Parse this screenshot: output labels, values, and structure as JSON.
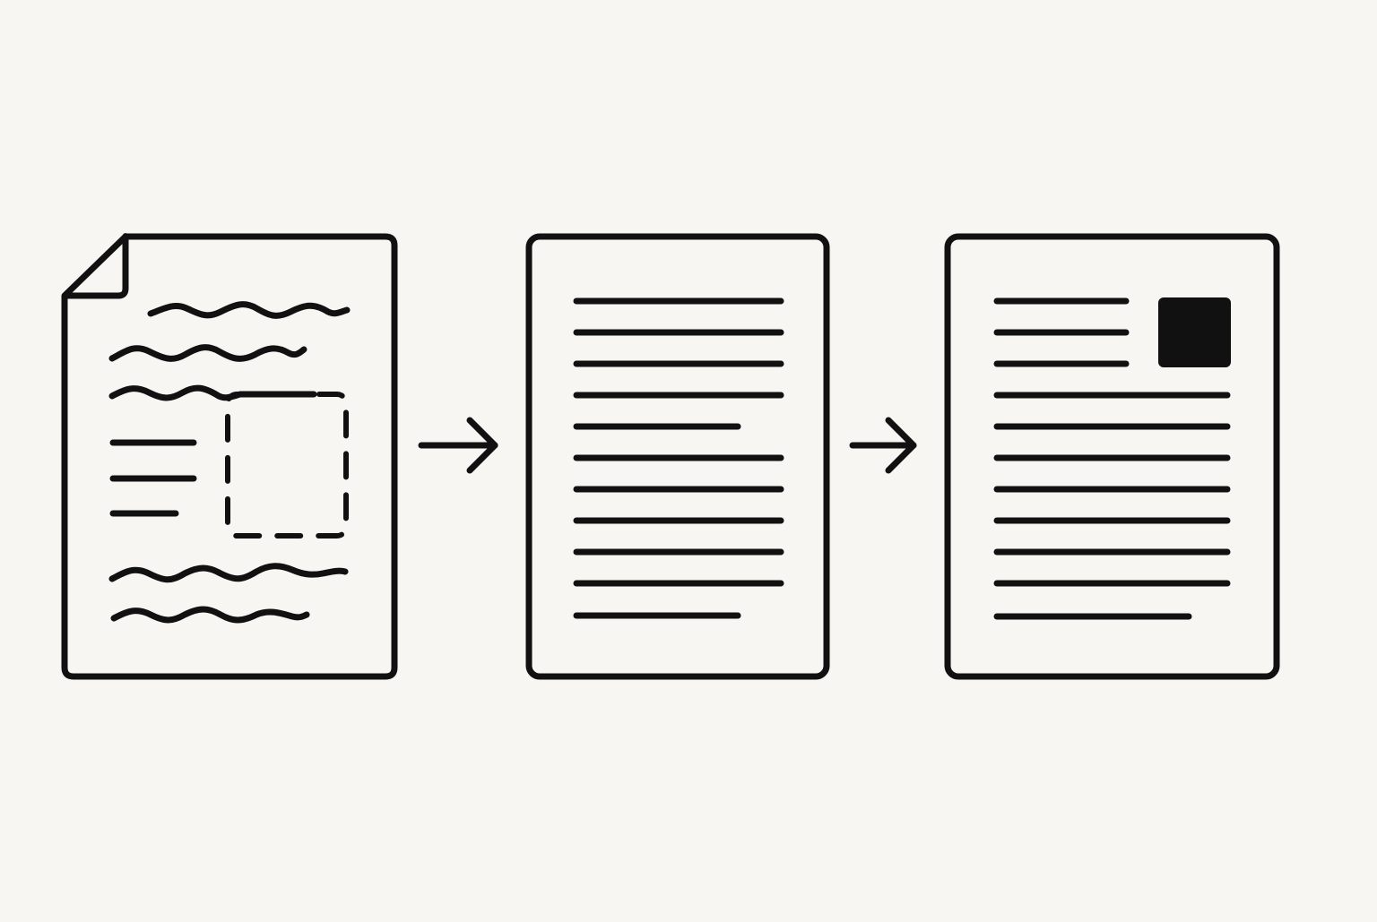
{
  "diagram": {
    "stages": [
      {
        "name": "messy-document",
        "icon": "messy-document-icon",
        "content": [
          "wavy-text-lines",
          "short-lines",
          "dashed-placeholder-box"
        ]
      },
      {
        "name": "plain-text-document",
        "icon": "text-lines-document-icon",
        "content": [
          "text-lines"
        ]
      },
      {
        "name": "formatted-document",
        "icon": "document-with-image-icon",
        "content": [
          "text-lines",
          "image-block"
        ]
      }
    ],
    "connectors": [
      "arrow-right-icon",
      "arrow-right-icon"
    ],
    "colors": {
      "background": "#f7f6f2",
      "stroke": "#111111",
      "paper": "#f7f6f2"
    }
  }
}
